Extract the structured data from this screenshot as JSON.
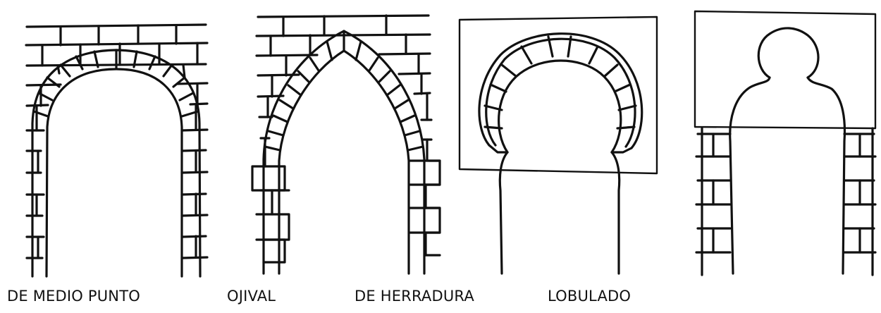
{
  "captions": {
    "medio_punto": "DE MEDIO PUNTO",
    "ojival": "OJIVAL",
    "herradura": "DE HERRADURA",
    "lobulado": "LOBULADO"
  },
  "colors": {
    "ink": "#111111",
    "paper": "#ffffff"
  }
}
